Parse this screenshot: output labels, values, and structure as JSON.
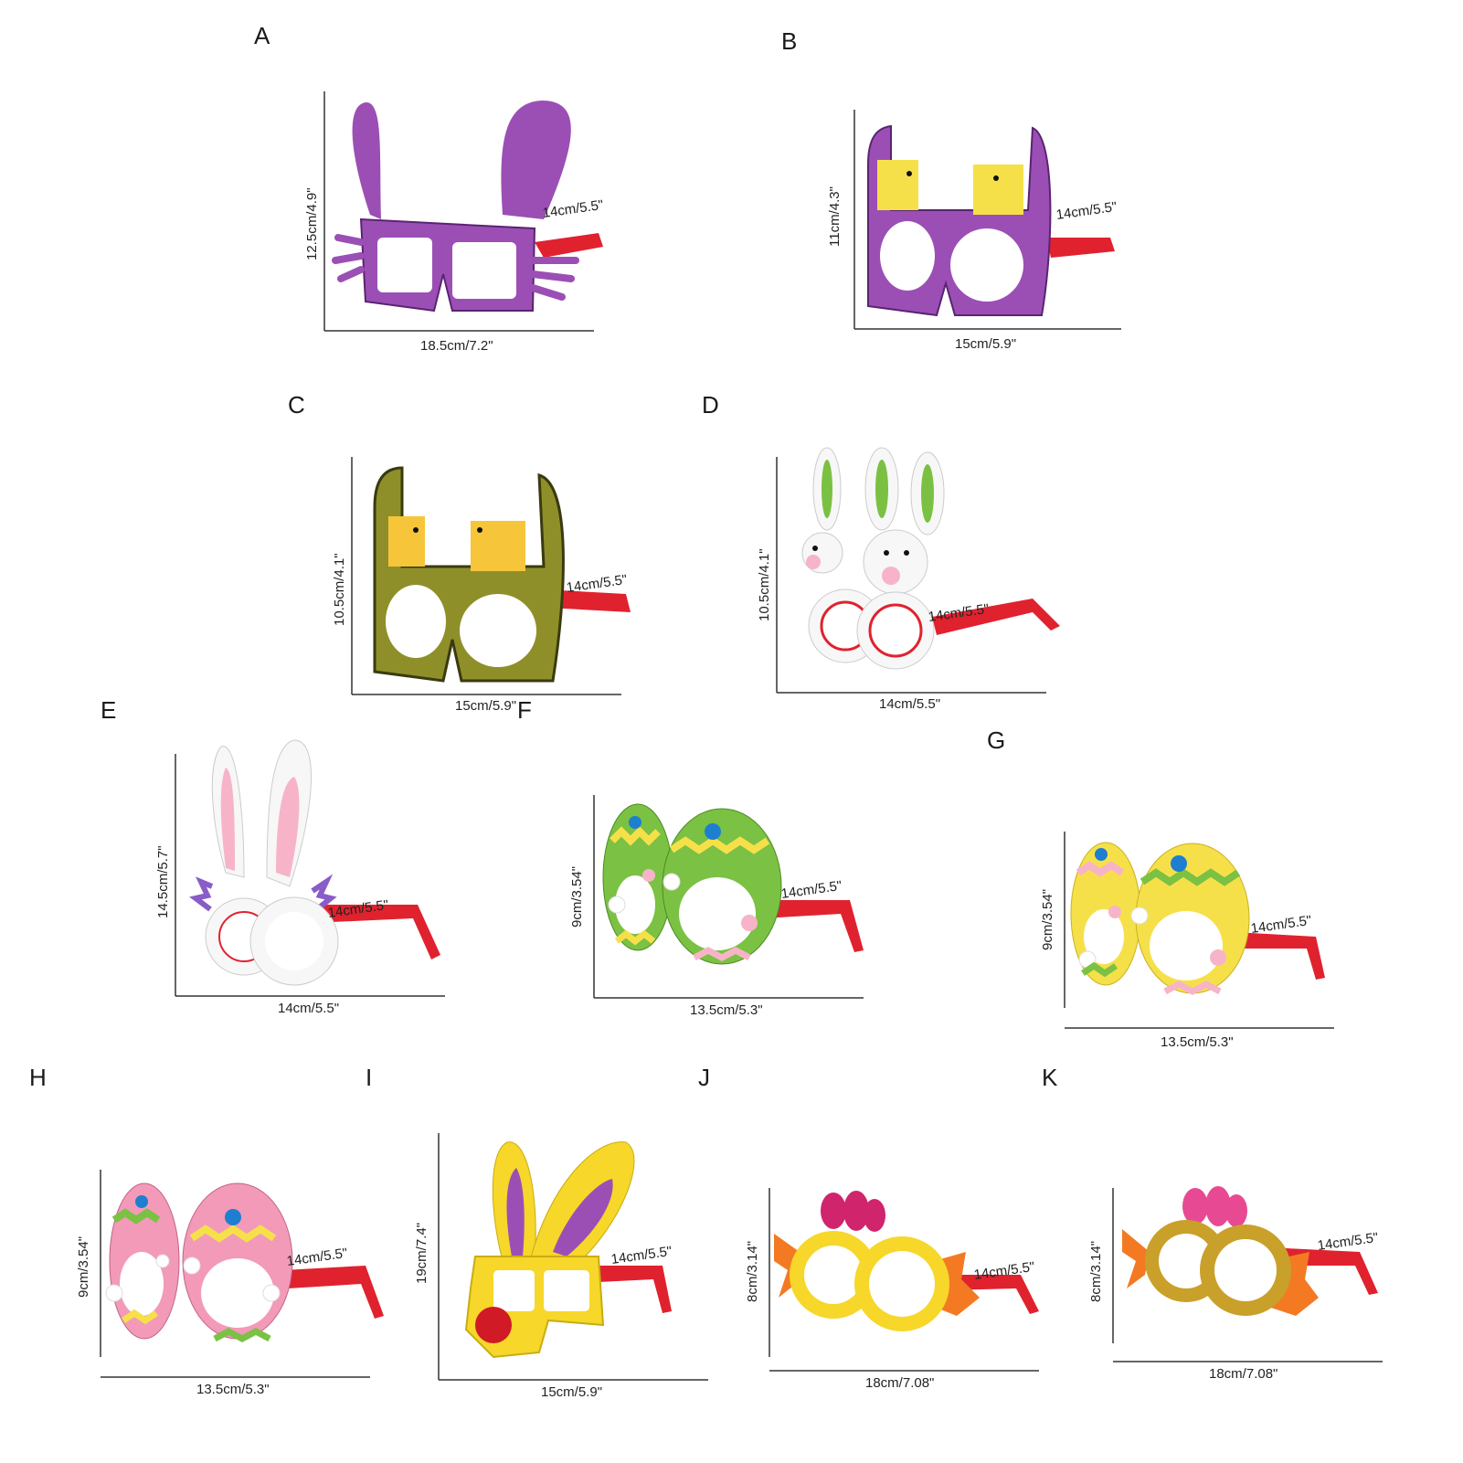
{
  "products": [
    {
      "letter": "A",
      "height": "12.5cm/4.9\"",
      "width": "18.5cm/7.2\"",
      "temple": "14cm/5.5\"",
      "style": "bunny-ears-whiskers",
      "colors": {
        "frame": "#9b4fb5",
        "frame_dark": "#6e2f86",
        "temple": "#e0222e"
      }
    },
    {
      "letter": "B",
      "height": "11cm/4.3\"",
      "width": "15cm/5.9\"",
      "temple": "14cm/5.5\"",
      "style": "cracked-egg-chicks",
      "colors": {
        "frame": "#9b4fb5",
        "frame_dark": "#6e2f86",
        "accent": "#f6e04a",
        "temple": "#e0222e"
      }
    },
    {
      "letter": "C",
      "height": "10.5cm/4.1\"",
      "width": "15cm/5.9\"",
      "temple": "14cm/5.5\"",
      "style": "cracked-egg-chicks",
      "colors": {
        "frame": "#8f8f2a",
        "frame_dark": "#5c5c18",
        "accent": "#f6c53a",
        "temple": "#e0222e"
      }
    },
    {
      "letter": "D",
      "height": "10.5cm/4.1\"",
      "width": "14cm/5.5\"",
      "temple": "14cm/5.5\"",
      "style": "bunny-heads",
      "colors": {
        "frame": "#f7f7f7",
        "accent": "#7ac143",
        "nose": "#f7b4c9",
        "temple": "#e0222e"
      }
    },
    {
      "letter": "E",
      "height": "14.5cm/5.7\"",
      "width": "14cm/5.5\"",
      "temple": "14cm/5.5\"",
      "style": "tall-bunny-ears",
      "colors": {
        "frame": "#f7f7f7",
        "accent": "#f7b4c9",
        "side": "#8a5cc7",
        "temple": "#e0222e"
      }
    },
    {
      "letter": "F",
      "height": "9cm/3.54\"",
      "width": "13.5cm/5.3\"",
      "temple": "14cm/5.5\"",
      "style": "easter-eggs",
      "colors": {
        "frame": "#7bc143",
        "accent": "#f6e04a",
        "dot": "#1e7fd0",
        "pom": "#f7b4c9",
        "temple": "#e0222e"
      }
    },
    {
      "letter": "G",
      "height": "9cm/3.54\"",
      "width": "13.5cm/5.3\"",
      "temple": "14cm/5.5\"",
      "style": "easter-eggs",
      "colors": {
        "frame": "#f6e04a",
        "accent": "#7bc143",
        "dot": "#1e7fd0",
        "pom": "#f7b4c9",
        "temple": "#e0222e"
      }
    },
    {
      "letter": "H",
      "height": "9cm/3.54\"",
      "width": "13.5cm/5.3\"",
      "temple": "14cm/5.5\"",
      "style": "easter-eggs",
      "colors": {
        "frame": "#f29ab8",
        "accent": "#f6e04a",
        "dot": "#1e7fd0",
        "pom": "#ffffff",
        "temple": "#e0222e"
      }
    },
    {
      "letter": "I",
      "height": "19cm/7.4\"",
      "width": "15cm/5.9\"",
      "temple": "14cm/5.5\"",
      "style": "yellow-bunny",
      "colors": {
        "frame": "#f6d72a",
        "accent": "#9b4fb5",
        "nose": "#d01a25",
        "temple": "#e0222e"
      }
    },
    {
      "letter": "J",
      "height": "8cm/3.14\"",
      "width": "18cm/7.08\"",
      "temple": "14cm/5.5\"",
      "style": "chick-wings",
      "colors": {
        "frame": "#f6d72a",
        "accent": "#f37a23",
        "comb": "#d0246d",
        "temple": "#e0222e"
      }
    },
    {
      "letter": "K",
      "height": "8cm/3.14\"",
      "width": "18cm/7.08\"",
      "temple": "14cm/5.5\"",
      "style": "chick-wings",
      "colors": {
        "frame": "#c9a02a",
        "accent": "#f37a23",
        "comb": "#e74a92",
        "temple": "#e0222e"
      }
    }
  ]
}
